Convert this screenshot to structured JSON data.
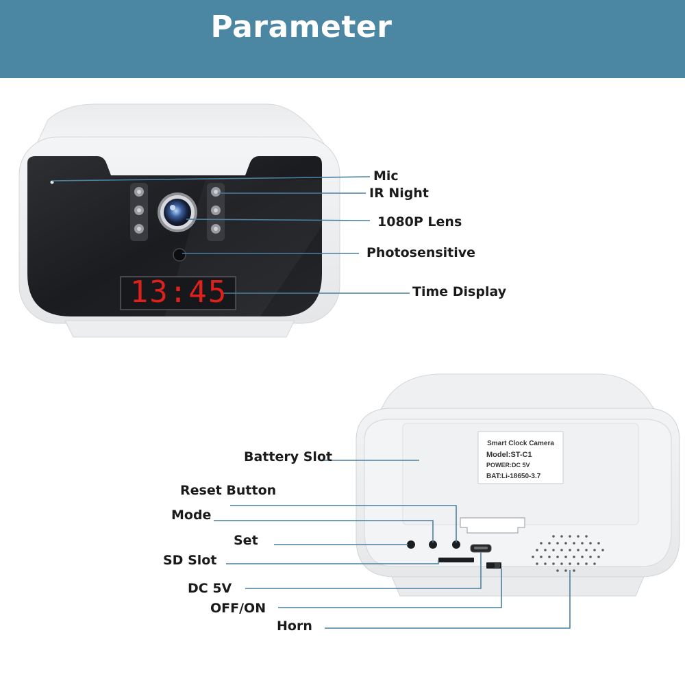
{
  "header": {
    "title": "Parameter"
  },
  "front_view": {
    "clock_time": "13:45",
    "callouts": [
      {
        "id": "mic",
        "label": "Mic"
      },
      {
        "id": "ir-night",
        "label": "IR Night"
      },
      {
        "id": "lens",
        "label": "1080P Lens"
      },
      {
        "id": "photosensitive",
        "label": "Photosensitive"
      },
      {
        "id": "time-display",
        "label": "Time Display"
      }
    ]
  },
  "back_view": {
    "product_label": {
      "title": "Smart Clock Camera",
      "model": "Model:ST-C1",
      "power": "POWER:DC 5V",
      "battery": "BAT:Li-18650-3.7"
    },
    "callouts": [
      {
        "id": "battery-slot",
        "label": "Battery Slot"
      },
      {
        "id": "reset-button",
        "label": "Reset Button"
      },
      {
        "id": "mode",
        "label": "Mode"
      },
      {
        "id": "set",
        "label": "Set"
      },
      {
        "id": "sd-slot",
        "label": "SD Slot"
      },
      {
        "id": "dc-5v",
        "label": "DC 5V"
      },
      {
        "id": "off-on",
        "label": "OFF/ON"
      },
      {
        "id": "horn",
        "label": "Horn"
      }
    ]
  },
  "colors": {
    "header_bg": "#4b86a3",
    "callout_line": "#4a7fa0",
    "led_red": "#e0201b"
  }
}
